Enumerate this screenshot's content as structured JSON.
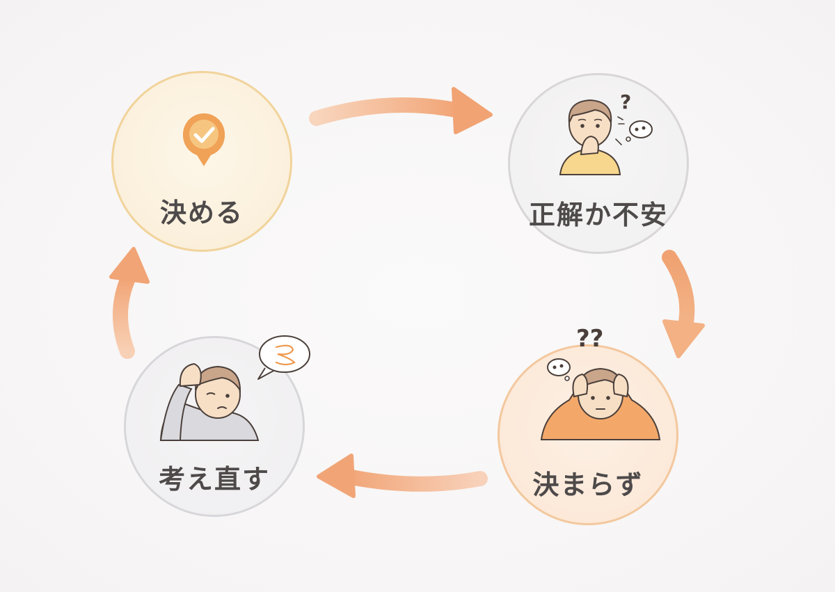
{
  "diagram": {
    "nodes": [
      {
        "id": "decide",
        "label": "決める",
        "icon": "check-badge-icon"
      },
      {
        "id": "anxiety",
        "label": "正解か不安",
        "icon": "worried-person-icon"
      },
      {
        "id": "undecided",
        "label": "決まらず",
        "icon": "confused-person-icon"
      },
      {
        "id": "rethink",
        "label": "考え直す",
        "icon": "thinking-person-icon"
      }
    ],
    "marks": {
      "question_single": "?",
      "question_double": "??"
    },
    "colors": {
      "arrow": "#f2a878",
      "accent_orange": "#f0a257",
      "skin": "#f7dfc6",
      "hair": "#c9a58a",
      "outline": "#4a3f3a",
      "text": "#4e4a4a"
    }
  }
}
